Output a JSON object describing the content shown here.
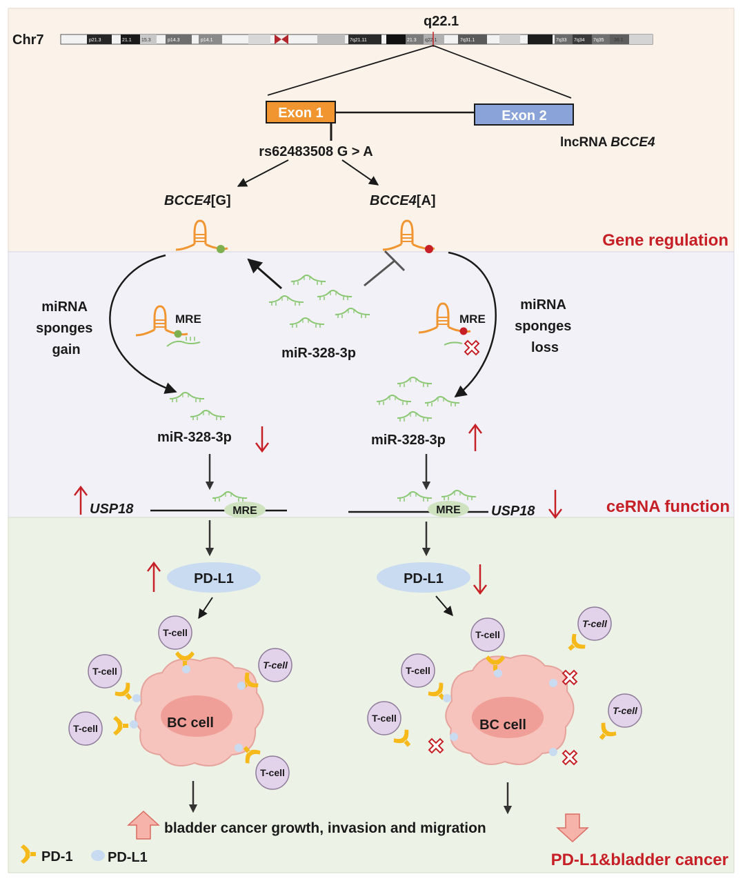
{
  "colors": {
    "panel_gene": "#fbf2ea",
    "panel_cerna": "#f1f1f7",
    "panel_pdl1": "#edf2e7",
    "accent_red": "#c62026",
    "exon1": "#f0952f",
    "exon2": "#8aa3d8",
    "mirna_green": "#88c66f",
    "rna_orange": "#f0952f",
    "pdl1_blue": "#c8dbf0",
    "pd1_yellow": "#f5b91a",
    "tcell": "#e2d2ea",
    "bc_cell": "#f6c3bd"
  },
  "chromosome": {
    "label": "Chr7",
    "locus": "q22.1",
    "bands": [
      "p21.3",
      "21.1",
      "15.3",
      "p14.3",
      "p14.1",
      "7q21.11",
      "21.3",
      "q22.1",
      "7q31.1",
      "7q33",
      "7q34",
      "7q35",
      "36.1"
    ]
  },
  "gene": {
    "exon1": "Exon 1",
    "exon2": "Exon 2",
    "lncrna_prefix": "lncRNA ",
    "lncrna_name": "BCCE4",
    "snp": "rs62483508 G > A",
    "allele_g_name": "BCCE4",
    "allele_g_suffix": "[G]",
    "allele_a_name": "BCCE4",
    "allele_a_suffix": "[A]"
  },
  "sections": {
    "gene_regulation": "Gene regulation",
    "cerna_function": "ceRNA function",
    "pdl1_cancer": "PD-L1&bladder cancer"
  },
  "cerna": {
    "left_label": [
      "miRNA",
      "sponges",
      "gain"
    ],
    "right_label": [
      "miRNA",
      "sponges",
      "loss"
    ],
    "mre": "MRE",
    "mirna": "miR-328-3p",
    "usp18": "USP18"
  },
  "pdl1": {
    "protein": "PD-L1",
    "tcell": "T-cell",
    "bc_cell": "BC cell",
    "outcome": "bladder cancer growth, invasion and migration",
    "legend_pd1": "PD-1",
    "legend_pdl1": "PD-L1"
  }
}
